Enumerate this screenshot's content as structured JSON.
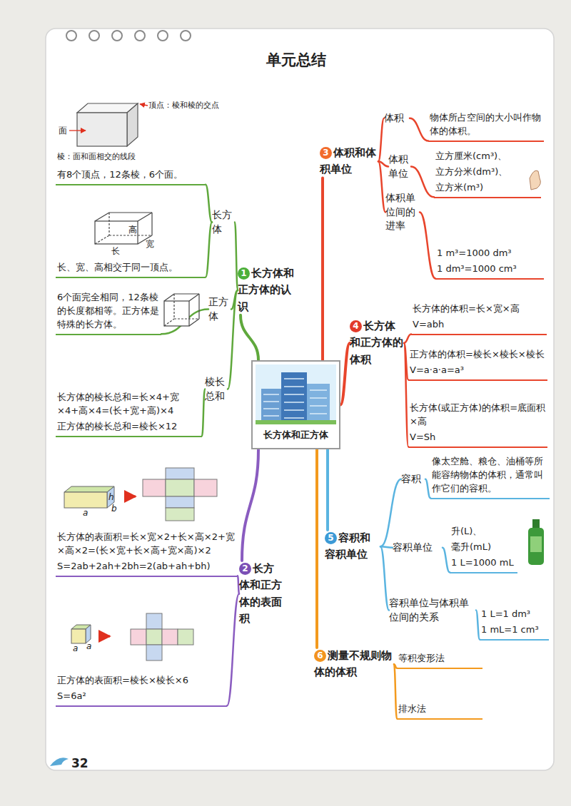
{
  "diagram": {
    "title": "单元总结",
    "nodes": [
      {
        "text": [
          "长方体和正方体"
        ]
      },
      {
        "text": [
          "1",
          "长方体和正方体的认识"
        ]
      },
      {
        "text": [
          "长方体"
        ]
      },
      {
        "text": [
          "有8个顶点，12条棱，6个面。"
        ]
      },
      {
        "text": [
          "长、宽、高相交于同一顶点。"
        ]
      },
      {
        "text": [
          "正方体"
        ]
      },
      {
        "text": [
          "6个面完全相同，12条棱的长度都相等。正方体是特殊的长方体。"
        ]
      },
      {
        "text": [
          "棱长总和"
        ]
      },
      {
        "text": [
          "长方体的棱长总和=长×4+宽×4+高×4=(长+宽+高)×4",
          "正方体的棱长总和=棱长×12"
        ]
      },
      {
        "text": [
          "2",
          "长方体和正方体的表面积"
        ]
      },
      {
        "text": [
          "长方体的表面积=长×宽×2+长×高×2+宽×高×2=(长×宽+长×高+宽×高)×2",
          "S=2ab+2ah+2bh=2(ab+ah+bh)"
        ]
      },
      {
        "text": [
          "正方体的表面积=棱长×棱长×6",
          "S=6a²"
        ]
      },
      {
        "text": [
          "3",
          "体积和体积单位"
        ]
      },
      {
        "text": [
          "体积"
        ]
      },
      {
        "text": [
          "物体所占空间的大小叫作物体的体积。"
        ]
      },
      {
        "text": [
          "体积单位"
        ]
      },
      {
        "text": [
          "立方厘米(cm³)、",
          "立方分米(dm³)、",
          "立方米(m³)"
        ]
      },
      {
        "text": [
          "体积单位间的进率"
        ]
      },
      {
        "text": [
          "1 m³=1000 dm³",
          "1 dm³=1000 cm³"
        ]
      },
      {
        "text": [
          "4",
          "长方体和正方体的体积"
        ]
      },
      {
        "text": [
          "长方体的体积=长×宽×高",
          "V=abh"
        ]
      },
      {
        "text": [
          "正方体的体积=棱长×棱长×棱长",
          "V=a·a·a=a³"
        ]
      },
      {
        "text": [
          "长方体(或正方体)的体积=底面积×高",
          "V=Sh"
        ]
      },
      {
        "text": [
          "5",
          "容积和容积单位"
        ]
      },
      {
        "text": [
          "容积"
        ]
      },
      {
        "text": [
          "像太空舱、粮仓、油桶等所能容纳物体的体积，通常叫作它们的容积。"
        ]
      },
      {
        "text": [
          "容积单位"
        ]
      },
      {
        "text": [
          "升(L)、",
          "毫升(mL)",
          "1 L=1000 mL"
        ]
      },
      {
        "text": [
          "容积单位与体积单位间的关系"
        ]
      },
      {
        "text": [
          "1 L=1 dm³",
          "1 mL=1 cm³"
        ]
      },
      {
        "text": [
          "6",
          "测量不规则物体的体积"
        ]
      },
      {
        "text": [
          "等积变形法"
        ]
      },
      {
        "text": [
          "排水法"
        ]
      }
    ],
    "edges": [
      {
        "from": 0,
        "to": 1,
        "arrow": "none"
      },
      {
        "from": 1,
        "to": 2,
        "arrow": "none"
      },
      {
        "from": 2,
        "to": 3,
        "arrow": "none"
      },
      {
        "from": 2,
        "to": 4,
        "arrow": "none"
      },
      {
        "from": 1,
        "to": 5,
        "arrow": "none"
      },
      {
        "from": 5,
        "to": 6,
        "arrow": "none"
      },
      {
        "from": 1,
        "to": 7,
        "arrow": "none"
      },
      {
        "from": 7,
        "to": 8,
        "arrow": "none"
      },
      {
        "from": 0,
        "to": 9,
        "arrow": "none"
      },
      {
        "from": 9,
        "to": 10,
        "arrow": "none"
      },
      {
        "from": 9,
        "to": 11,
        "arrow": "none"
      },
      {
        "from": 0,
        "to": 12,
        "arrow": "none"
      },
      {
        "from": 12,
        "to": 13,
        "arrow": "none"
      },
      {
        "from": 13,
        "to": 14,
        "arrow": "none"
      },
      {
        "from": 12,
        "to": 15,
        "arrow": "none"
      },
      {
        "from": 15,
        "to": 16,
        "arrow": "none"
      },
      {
        "from": 12,
        "to": 17,
        "arrow": "none"
      },
      {
        "from": 17,
        "to": 18,
        "arrow": "none"
      },
      {
        "from": 0,
        "to": 19,
        "arrow": "none"
      },
      {
        "from": 19,
        "to": 20,
        "arrow": "none"
      },
      {
        "from": 19,
        "to": 21,
        "arrow": "none"
      },
      {
        "from": 19,
        "to": 22,
        "arrow": "none"
      },
      {
        "from": 0,
        "to": 23,
        "arrow": "none"
      },
      {
        "from": 23,
        "to": 24,
        "arrow": "none"
      },
      {
        "from": 24,
        "to": 25,
        "arrow": "none"
      },
      {
        "from": 23,
        "to": 26,
        "arrow": "none"
      },
      {
        "from": 26,
        "to": 27,
        "arrow": "none"
      },
      {
        "from": 23,
        "to": 28,
        "arrow": "none"
      },
      {
        "from": 28,
        "to": 29,
        "arrow": "none"
      },
      {
        "from": 0,
        "to": 30,
        "arrow": "none"
      },
      {
        "from": 30,
        "to": 31,
        "arrow": "none"
      },
      {
        "from": 30,
        "to": 32,
        "arrow": "none"
      }
    ],
    "labels": [
      "面",
      "顶点：棱和棱的交点",
      "棱：面和面相交的线段",
      "高",
      "长",
      "宽",
      "h",
      "a",
      "b",
      "a",
      "a",
      "32"
    ]
  }
}
